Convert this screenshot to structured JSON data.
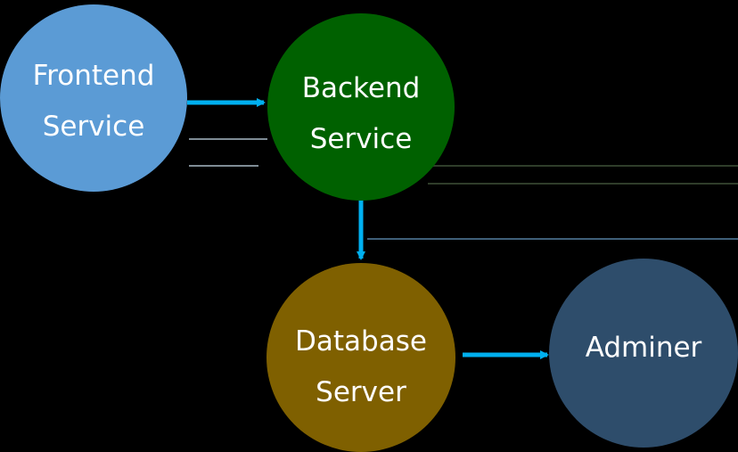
{
  "diagram": {
    "nodes": [
      {
        "id": "frontend",
        "lines": [
          "Frontend",
          "Service"
        ],
        "color": "#5B9BD5"
      },
      {
        "id": "backend",
        "lines": [
          "Backend",
          "Service"
        ],
        "color": "#006100"
      },
      {
        "id": "database",
        "lines": [
          "Database",
          "Server"
        ],
        "color": "#7F6000"
      },
      {
        "id": "adminer",
        "lines": [
          "Adminer"
        ],
        "color": "#2E4D6B"
      }
    ],
    "edges": [
      {
        "from": "frontend",
        "to": "backend"
      },
      {
        "from": "backend",
        "to": "database"
      },
      {
        "from": "database",
        "to": "adminer"
      }
    ],
    "colors": {
      "background": "#000000",
      "arrow": "#00B0F0",
      "text": "#FFFFFF"
    }
  }
}
